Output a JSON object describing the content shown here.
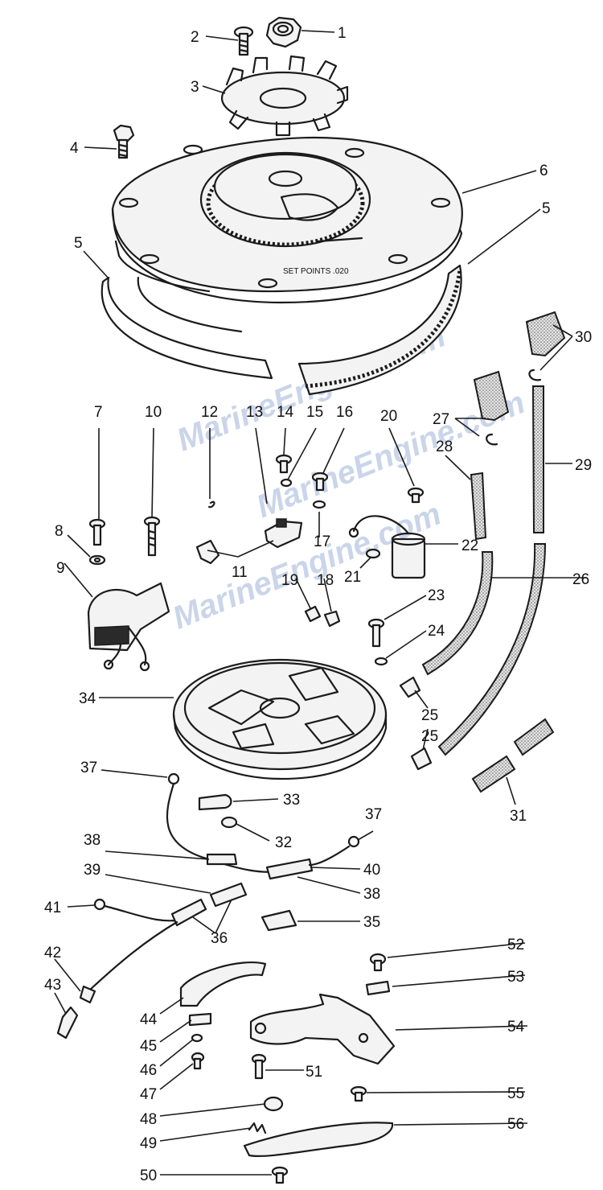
{
  "watermarks": [
    "MarineEngine.com",
    "MarineEngine.com",
    "MarineEngine.com"
  ],
  "plate_text": "SET POINTS .020",
  "callouts": [
    "1",
    "2",
    "3",
    "4",
    "6",
    "5",
    "5",
    "7",
    "10",
    "12",
    "13",
    "14",
    "15",
    "16",
    "20",
    "8",
    "27",
    "28",
    "29",
    "30",
    "17",
    "11",
    "22",
    "21",
    "9",
    "26",
    "19",
    "18",
    "23",
    "24",
    "34",
    "25",
    "25",
    "31",
    "37",
    "33",
    "32",
    "37",
    "38",
    "40",
    "39",
    "38",
    "41",
    "35",
    "36",
    "42",
    "52",
    "43",
    "53",
    "44",
    "54",
    "45",
    "46",
    "51",
    "47",
    "55",
    "48",
    "56",
    "49",
    "50"
  ]
}
